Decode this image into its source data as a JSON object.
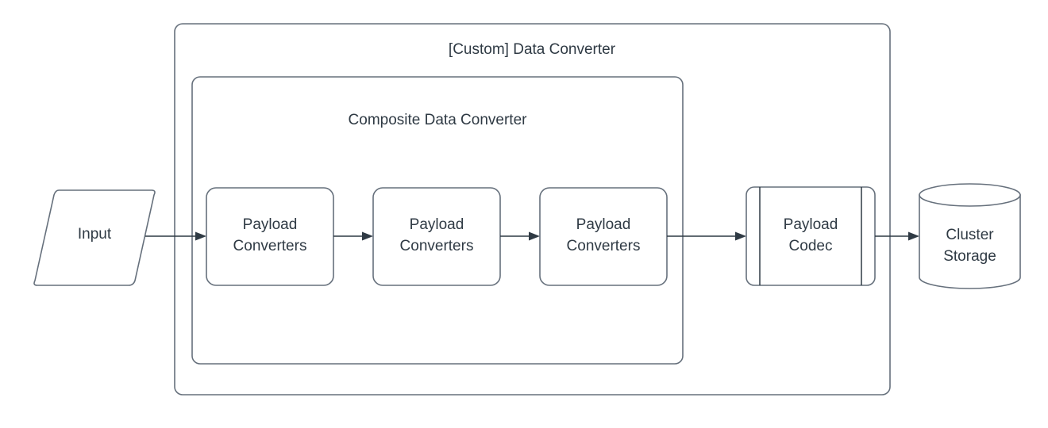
{
  "diagram": {
    "type": "flowchart",
    "title": "[Custom] Data Converter",
    "background_color": "#ffffff",
    "stroke_color": "#66707c",
    "text_color": "#2f3a44",
    "arrow_color": "#2f3a44",
    "containers": [
      {
        "id": "custom-data-converter",
        "label": "[Custom] Data Converter",
        "shape": "rounded-rectangle"
      },
      {
        "id": "composite-data-converter",
        "label": "Composite Data Converter",
        "shape": "rounded-rectangle"
      }
    ],
    "nodes": [
      {
        "id": "input",
        "label": "Input",
        "shape": "parallelogram"
      },
      {
        "id": "payload-converters-1",
        "label_line1": "Payload",
        "label_line2": "Converters",
        "shape": "rounded-rectangle"
      },
      {
        "id": "payload-converters-2",
        "label_line1": "Payload",
        "label_line2": "Converters",
        "shape": "rounded-rectangle"
      },
      {
        "id": "payload-converters-3",
        "label_line1": "Payload",
        "label_line2": "Converters",
        "shape": "rounded-rectangle"
      },
      {
        "id": "payload-codec",
        "label_line1": "Payload",
        "label_line2": "Codec",
        "shape": "process"
      },
      {
        "id": "cluster-storage",
        "label_line1": "Cluster",
        "label_line2": "Storage",
        "shape": "cylinder"
      }
    ],
    "edges": [
      {
        "from": "input",
        "to": "payload-converters-1",
        "style": "arrow"
      },
      {
        "from": "payload-converters-1",
        "to": "payload-converters-2",
        "style": "arrow"
      },
      {
        "from": "payload-converters-2",
        "to": "payload-converters-3",
        "style": "arrow"
      },
      {
        "from": "payload-converters-3",
        "to": "payload-codec",
        "style": "arrow"
      },
      {
        "from": "payload-codec",
        "to": "cluster-storage",
        "style": "arrow"
      }
    ]
  }
}
